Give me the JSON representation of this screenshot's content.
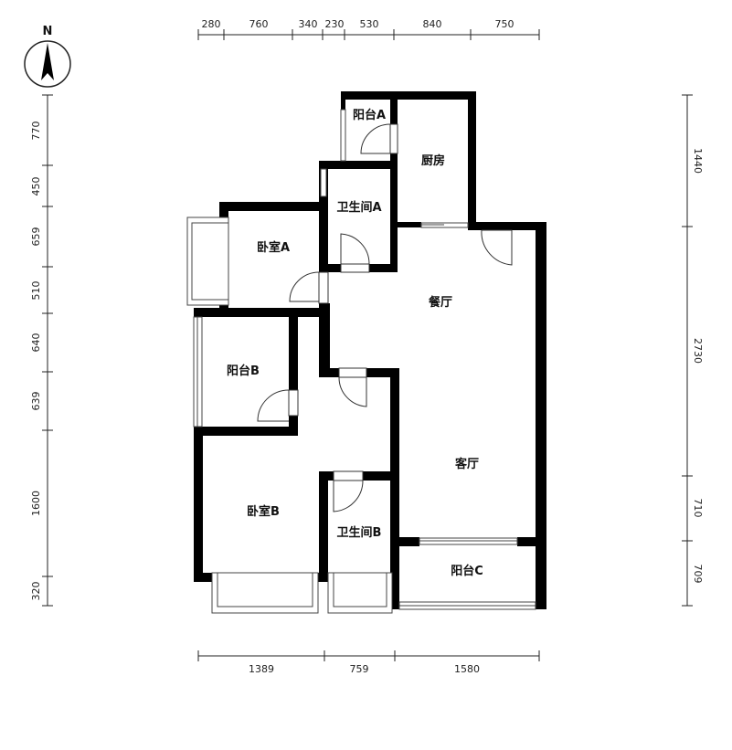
{
  "compass": {
    "label": "N"
  },
  "dims_top": [
    "280",
    "760",
    "340",
    "230",
    "530",
    "840",
    "750"
  ],
  "dims_bottom": [
    "1389",
    "759",
    "1580"
  ],
  "dims_left": [
    "770",
    "450",
    "659",
    "510",
    "640",
    "639",
    "1600",
    "320"
  ],
  "dims_right": [
    "1440",
    "2730",
    "710",
    "709"
  ],
  "rooms": {
    "balcony_a": "阳台A",
    "kitchen": "厨房",
    "bathroom_a": "卫生间A",
    "bedroom_a": "卧室A",
    "dining": "餐厅",
    "balcony_b": "阳台B",
    "living": "客厅",
    "bedroom_b": "卧室B",
    "bathroom_b": "卫生间B",
    "balcony_c": "阳台C"
  }
}
